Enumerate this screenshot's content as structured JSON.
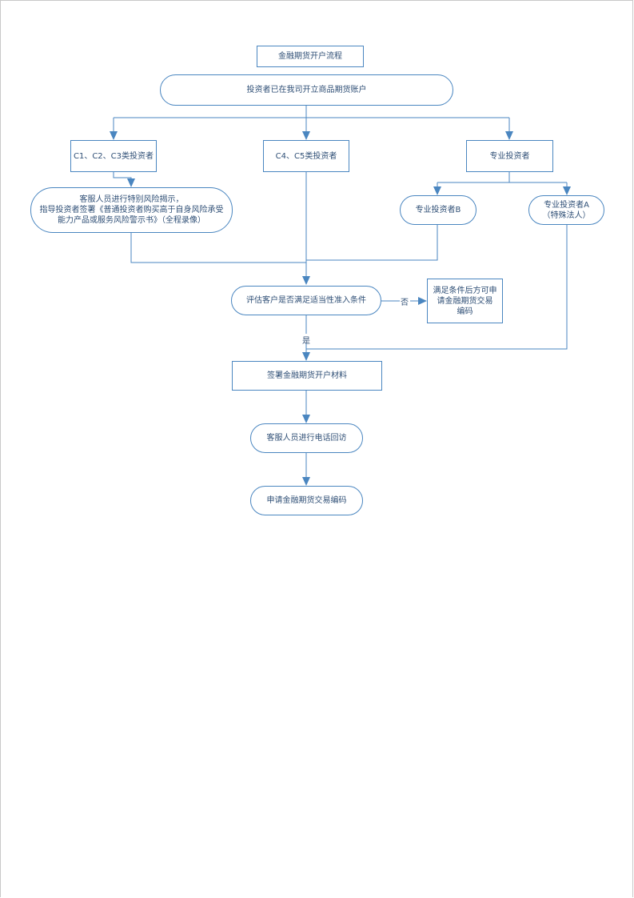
{
  "nodes": {
    "title": "金融期货开户流程",
    "start": "投资者已在我司开立商品期货账户",
    "c123": "C1、C2、C3类投资者",
    "c45": "C4、C5类投资者",
    "pro": "专业投资者",
    "risk": "客服人员进行特别风险揭示，\n指导投资者签署《普通投资者购买高于自身风险承受\n能力产品或服务风险警示书》（全程录像）",
    "pro_b": "专业投资者B",
    "pro_a": "专业投资者A\n（特殊法人）",
    "evaluate": "评估客户是否满足适当性准入条件",
    "reapply": "满足条件后方可申\n请金融期货交易\n编码",
    "sign": "签署金融期货开户材料",
    "callback": "客服人员进行电话回访",
    "apply": "申请金融期货交易编码"
  },
  "labels": {
    "no": "否",
    "yes": "是"
  }
}
